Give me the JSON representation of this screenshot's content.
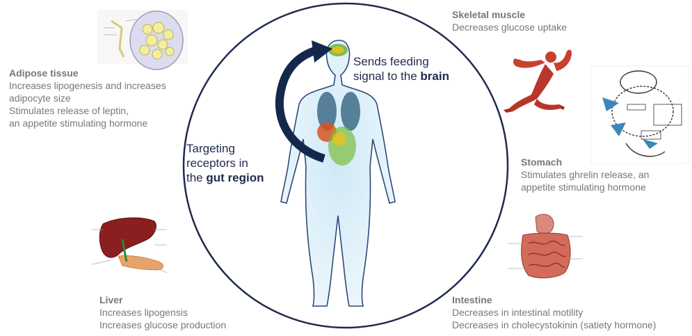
{
  "center": {
    "top_label": [
      "Sends feeding",
      "signal to the ",
      "brain"
    ],
    "left_label": [
      "Targeting",
      "receptors in",
      "the ",
      "gut region"
    ]
  },
  "adipose": {
    "title": "Adipose tissue",
    "lines": [
      "Increases lipogenesis and increases",
      "adipocyte size",
      "Stimulates release of leptin,",
      "an appetite stimulating hormone"
    ]
  },
  "skeletal": {
    "title": "Skeletal muscle",
    "lines": [
      "Decreases glucose uptake"
    ]
  },
  "stomach": {
    "title": "Stomach",
    "lines": [
      "Stimulates ghrelin release, an",
      "appetite stimulating hormone"
    ]
  },
  "liver": {
    "title": "Liver",
    "lines": [
      "Increases lipogensis",
      "Increases glucose production"
    ]
  },
  "intestine": {
    "title": "Intestine",
    "lines": [
      "Decreases in intestinal motility",
      "Decreases in cholecystokinin (satiety hormone)"
    ]
  },
  "colors": {
    "circle": "#1f2a4d",
    "arrow": "#14284b",
    "muscle": "#c9402e",
    "liver": "#8b1e1e",
    "body_glow": "#9fd0ec"
  }
}
